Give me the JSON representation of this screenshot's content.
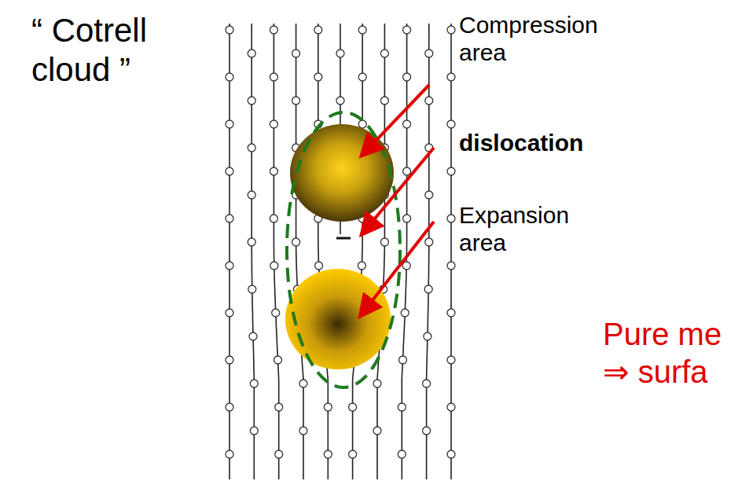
{
  "diagram": {
    "labels": [
      "“ Cotrell cloud ”",
      "Compression area",
      "dislocation",
      "Expansion area",
      "Pure me",
      "⇒ surfa"
    ]
  }
}
